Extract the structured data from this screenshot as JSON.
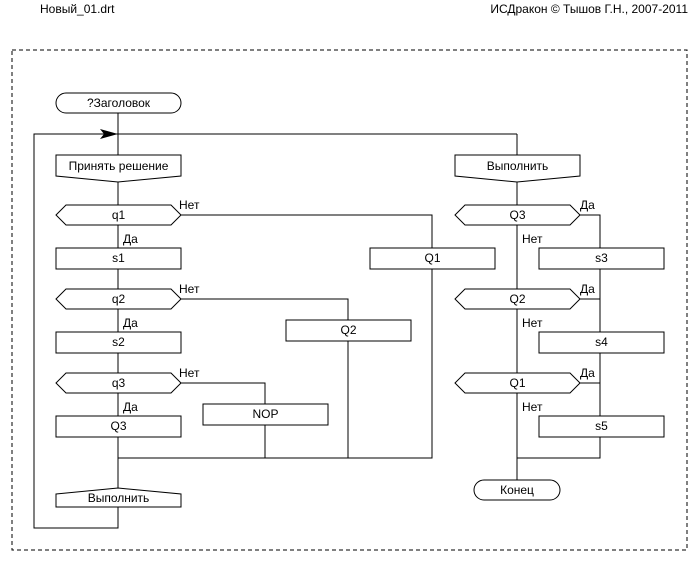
{
  "header": {
    "file_name": "Новый_01.drt",
    "copyright": "ИСДракон © Тышов Г.Н., 2007-2011"
  },
  "diagram": {
    "title_icon": "?Заголовок",
    "branch1": "Принять решение",
    "branch2": "Выполнить",
    "q1": "q1",
    "q2": "q2",
    "q3": "q3",
    "s1": "s1",
    "s2": "s2",
    "Q3_action": "Q3",
    "nop": "NOP",
    "Q2_action": "Q2",
    "Q1_action": "Q1",
    "address_label": "Выполнить",
    "Q3_cond": "Q3",
    "Q2_cond": "Q2",
    "Q1_cond": "Q1",
    "s3": "s3",
    "s4": "s4",
    "s5": "s5",
    "end_label": "Конец",
    "yes": "Да",
    "no": "Нет"
  }
}
